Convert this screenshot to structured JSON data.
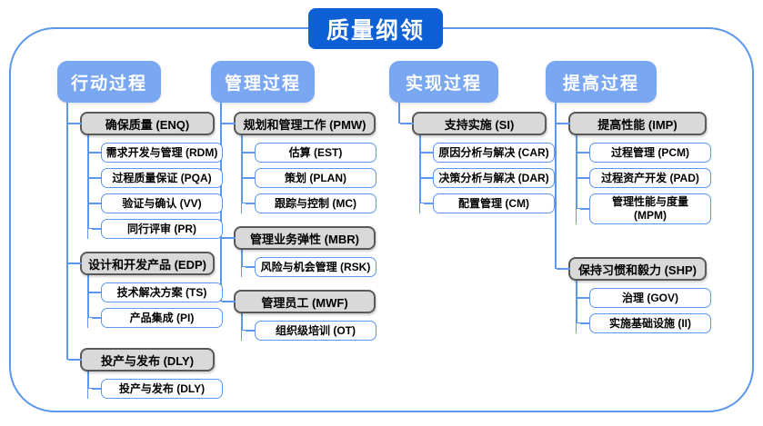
{
  "title": "质量纲领",
  "colors": {
    "title_bg": "#0c5fd4",
    "header_bg": "#7aa7f1",
    "connector_line": "#5b97ee",
    "group_fill": "#d9d9d9",
    "group_border": "#595959",
    "leaf_border": "#5b97ee"
  },
  "columns": [
    {
      "header": "行动过程",
      "groups": [
        {
          "label": "确保质量 (ENQ)",
          "children": [
            "需求开发与管理 (RDM)",
            "过程质量保证 (PQA)",
            "验证与确认 (VV)",
            "同行评审 (PR)"
          ]
        },
        {
          "label": "设计和开发产品 (EDP)",
          "children": [
            "技术解决方案 (TS)",
            "产品集成 (PI)"
          ]
        },
        {
          "label": "投产与发布 (DLY)",
          "children": [
            "投产与发布 (DLY)"
          ]
        }
      ]
    },
    {
      "header": "管理过程",
      "groups": [
        {
          "label": "规划和管理工作 (PMW)",
          "children": [
            "估算 (EST)",
            "策划 (PLAN)",
            "跟踪与控制 (MC)"
          ]
        },
        {
          "label": "管理业务弹性 (MBR)",
          "children": [
            "风险与机会管理 (RSK)"
          ]
        },
        {
          "label": "管理员工 (MWF)",
          "children": [
            "组织级培训 (OT)"
          ]
        }
      ]
    },
    {
      "header": "实现过程",
      "groups": [
        {
          "label": "支持实施 (SI)",
          "children": [
            "原因分析与解决 (CAR)",
            "决策分析与解决 (DAR)",
            "配置管理 (CM)"
          ]
        }
      ]
    },
    {
      "header": "提高过程",
      "groups": [
        {
          "label": "提高性能 (IMP)",
          "children": [
            "过程管理 (PCM)",
            "过程资产开发 (PAD)",
            "管理性能与度量\n(MPM)"
          ]
        },
        {
          "label": "保持习惯和毅力 (SHP)",
          "children": [
            "治理 (GOV)",
            "实施基础设施 (II)"
          ]
        }
      ]
    }
  ]
}
